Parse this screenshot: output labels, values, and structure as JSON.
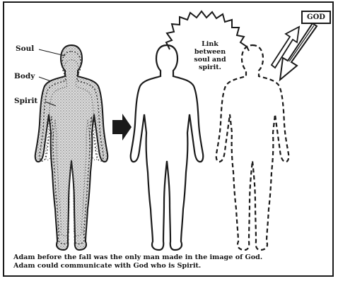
{
  "labels": {
    "soul": "Soul",
    "body": "Body",
    "spirit": "Spirit",
    "god": "GOD"
  },
  "link_label": [
    "Link",
    "between",
    "soul and",
    "spirit."
  ],
  "caption": [
    "Adam before the fall was the only man made in the image of God.",
    "Adam could communicate with God who is Spirit."
  ]
}
